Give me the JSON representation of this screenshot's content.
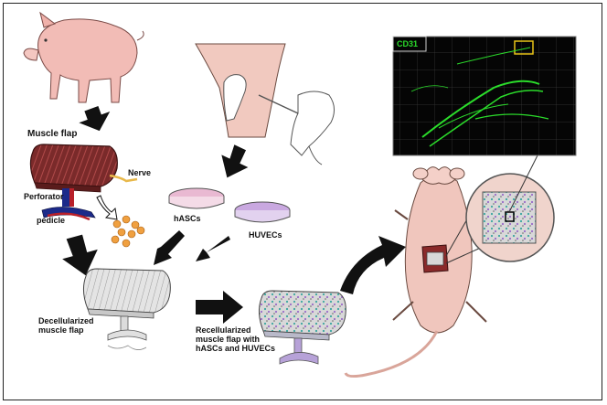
{
  "labels": {
    "muscle_flap": "Muscle flap",
    "nerve": "Nerve",
    "perforator": "Perforator",
    "pedicle": "pedicle",
    "hascs": "hASCs",
    "huvecs": "HUVECs",
    "decellularized": "Decellularized\nmuscle flap",
    "recellularized": "Recellularized\nmuscle flap with\nhASCs and HUVECs",
    "cd31": "CD31"
  },
  "colors": {
    "muscle": "#7a2a2a",
    "muscle_stripe": "#a04545",
    "pig": "#f2bcb6",
    "skin": "#f1c9bf",
    "mouse": "#f0c6bd",
    "nerve": "#e8b84a",
    "pedicle_blue": "#1c2a8a",
    "pedicle_red": "#b8202a",
    "cell_orange": "#f0a040",
    "dish_pink": "#e9b9d2",
    "dish_purple": "#c9a8e0",
    "micro_bg": "#050505",
    "micro_green": "#2bdc2b",
    "micro_box": "#e8c418"
  }
}
